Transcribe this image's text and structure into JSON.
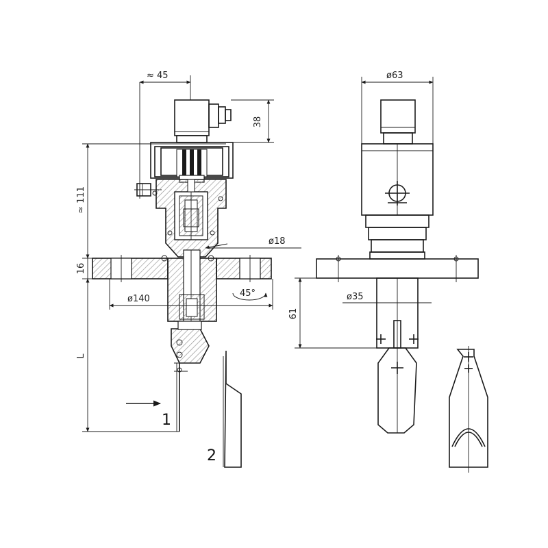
{
  "dimensions": {
    "approx_width": "≈ 45",
    "connector_height": "38",
    "approx_height": "≈ 111",
    "flange_thickness": "16",
    "flange_diameter": "ø140",
    "shaft_diameter": "ø18",
    "rotation_angle": "45°",
    "length": "L",
    "housing_diameter": "ø63",
    "tube_diameter": "ø35",
    "tube_length": "61"
  },
  "callouts": {
    "vane_1": "1",
    "vane_2": "2"
  },
  "colors": {
    "line": "#1a1a1a",
    "hatch": "#9a9a9a",
    "background": "#ffffff"
  }
}
